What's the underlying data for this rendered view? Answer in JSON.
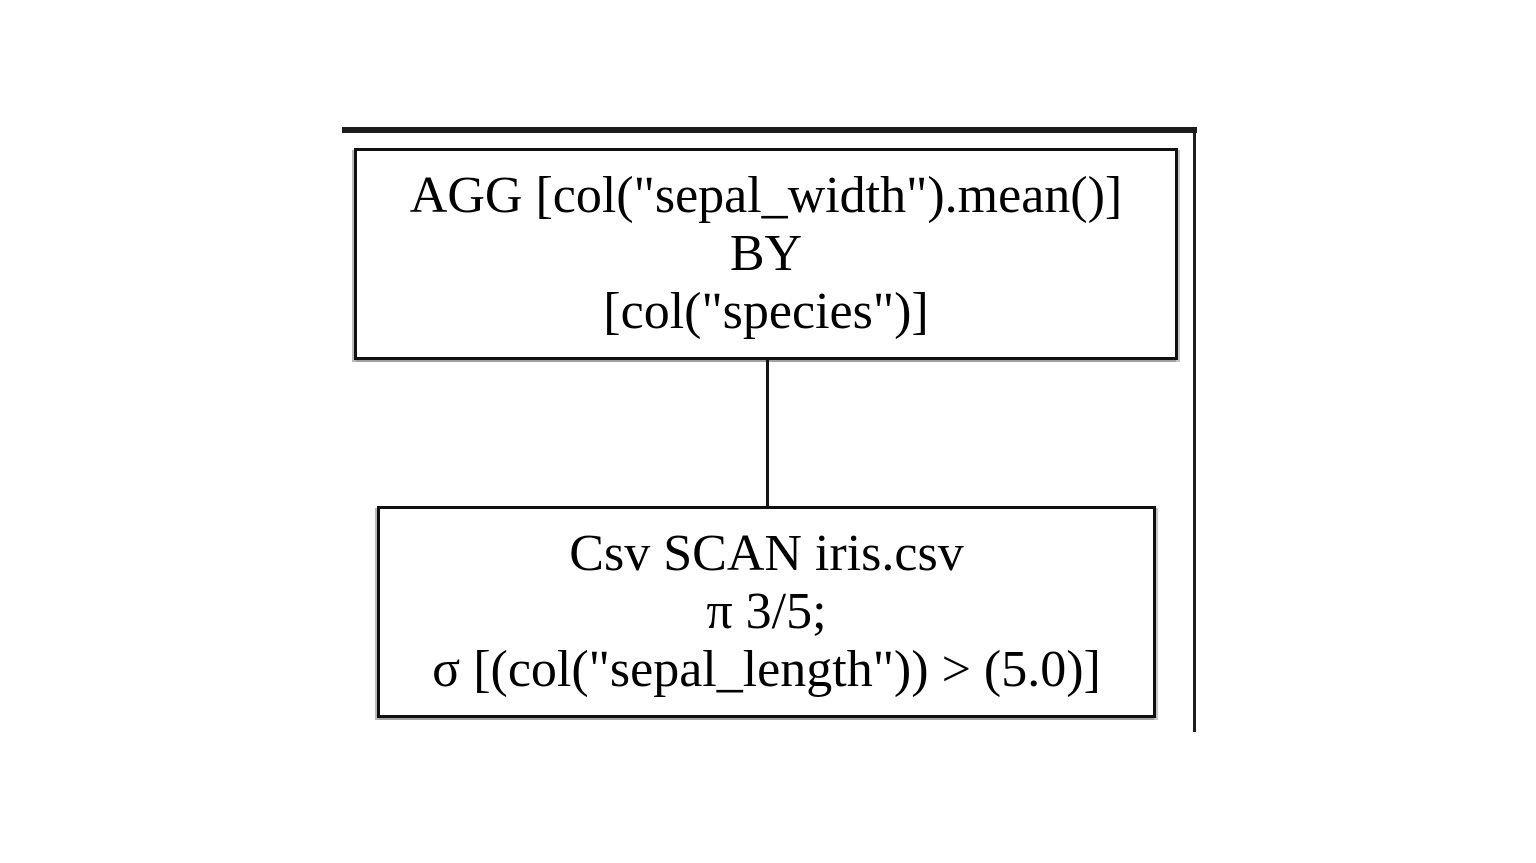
{
  "page": {
    "background_color": "#ffffff",
    "frame_color": "#1c1c1c",
    "node_border_color": "#101010",
    "text_color": "#000000"
  },
  "diagram": {
    "type": "query-plan-tree",
    "edges": [
      {
        "from": "agg",
        "to": "csv-scan"
      }
    ],
    "nodes": {
      "agg": {
        "lines": [
          "AGG [col(\"sepal_width\").mean()]",
          "BY",
          "[col(\"species\")]"
        ]
      },
      "scan": {
        "lines": [
          "Csv SCAN iris.csv",
          "π 3/5;",
          "σ [(col(\"sepal_length\")) > (5.0)]"
        ]
      }
    }
  }
}
